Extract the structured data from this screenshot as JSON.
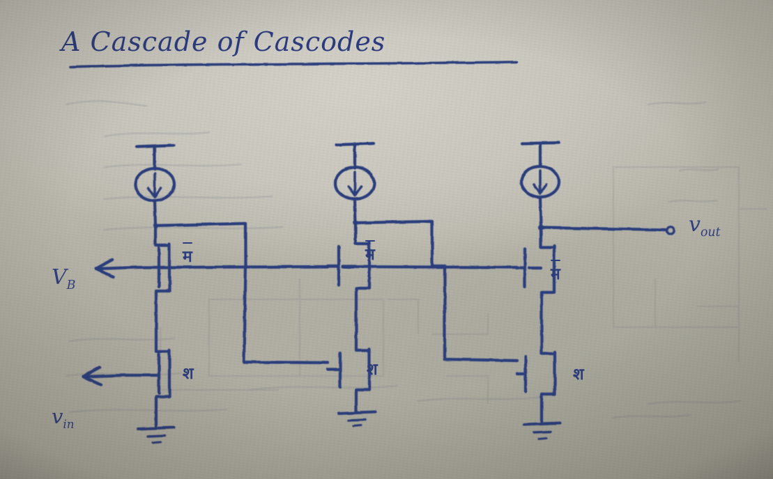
{
  "page": {
    "title": "A Cascade of Cascodes",
    "medium": "hand-drawn blue ballpoint ink on grey-beige paper",
    "ink_color": "#2c3c7b",
    "paper_color": "#c2c0b5"
  },
  "labels": {
    "bias": {
      "main": "V",
      "sub": "B"
    },
    "input": {
      "main": "v",
      "sub": "in"
    },
    "output": {
      "main": "v",
      "sub": "out"
    }
  },
  "devices": {
    "cascode_label": "म",
    "input_label": "श"
  },
  "stages": [
    {
      "name": "stage-1",
      "current_source": "current-source-1",
      "cascode_device": "म",
      "input_device": "श",
      "gate_label": "V_B",
      "source_label": "v_in"
    },
    {
      "name": "stage-2",
      "current_source": "current-source-2",
      "cascode_device": "म",
      "input_device": "श",
      "gate_label": "V_B",
      "source_label": ""
    },
    {
      "name": "stage-3",
      "current_source": "current-source-3",
      "cascode_device": "म",
      "input_device": "श",
      "gate_label": "V_B",
      "source_label": ""
    }
  ],
  "nodes": {
    "output_terminal": "open-circle-node",
    "supply_rails": 3,
    "ground_symbols": 3
  }
}
